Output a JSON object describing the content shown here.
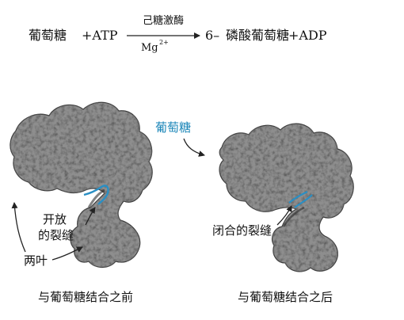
{
  "equation": {
    "reactant_glucose": "葡萄糖",
    "reactant_atp": "+ATP",
    "enzyme": "己糖激酶",
    "cofactor": "Mg",
    "cofactor_charge": "2+",
    "product_prefix": "6–",
    "product_name": "磷酸葡萄糖",
    "product_adp": "+ADP"
  },
  "labels": {
    "glucose": "葡萄糖",
    "open_cleft_line1": "开放",
    "open_cleft_line2": "的裂缝",
    "two_lobes": "两叶",
    "closed_cleft": "闭合的裂缝"
  },
  "captions": {
    "before": "与葡萄糖结合之前",
    "after": "与葡萄糖结合之后"
  },
  "colors": {
    "glucose_label": "#1b86b8",
    "glucose_molecule": "#2a8fc4",
    "protein_dark": "#2b2b2b",
    "protein_light": "#9a9a9a"
  }
}
